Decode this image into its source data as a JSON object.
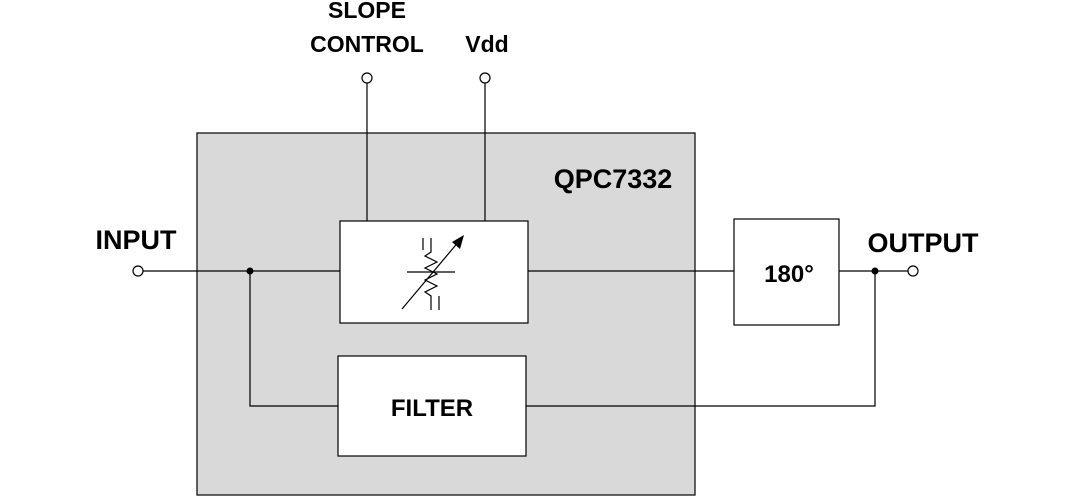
{
  "diagram": {
    "part_number": "QPC7332",
    "labels": {
      "slope_control_line1": "SLOPE",
      "slope_control_line2": "CONTROL",
      "vdd": "Vdd",
      "input": "INPUT",
      "output": "OUTPUT"
    },
    "blocks": {
      "phase_shifter": "180°",
      "filter": "FILTER"
    },
    "colors": {
      "package_fill": "#d9d9d9",
      "line": "#000000",
      "block_fill": "#ffffff"
    }
  }
}
